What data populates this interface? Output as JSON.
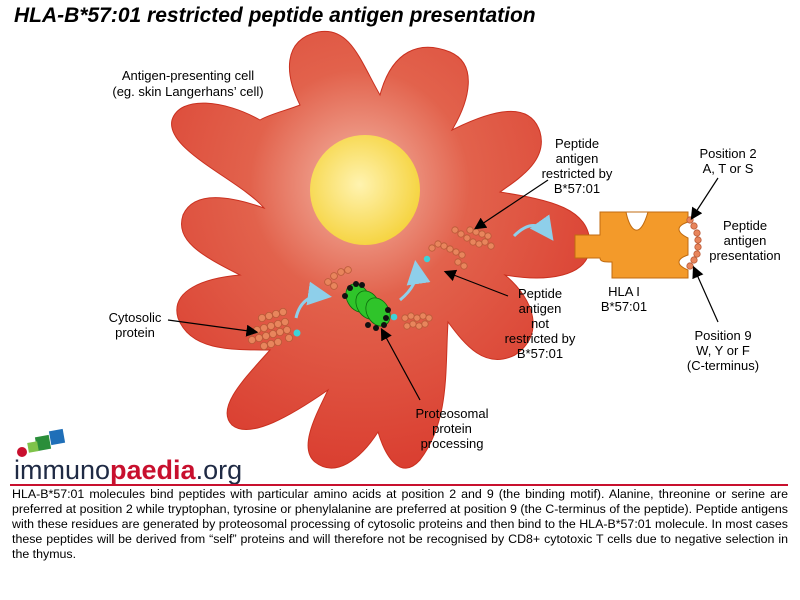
{
  "title": "HLA-B*57:01 restricted peptide antigen presentation",
  "labels": {
    "apc_line1": "Antigen-presenting cell",
    "apc_line2": "(eg. skin Langerhans’ cell)",
    "restricted": [
      "Peptide",
      "antigen",
      "restricted by",
      "B*57:01"
    ],
    "not_restricted": [
      "Peptide",
      "antigen",
      "not",
      "restricted by",
      "B*57:01"
    ],
    "cytosolic": [
      "Cytosolic",
      "protein"
    ],
    "proteosomal": [
      "Proteosomal",
      "protein",
      "processing"
    ],
    "hla": [
      "HLA I",
      "B*57:01"
    ],
    "position2": [
      "Position 2",
      "A, T or S"
    ],
    "presentation": [
      "Peptide",
      "antigen",
      "presentation"
    ],
    "position9": [
      "Position 9",
      "W, Y or F",
      "(C-terminus)"
    ]
  },
  "logo": {
    "part1": "immuno",
    "part2": "paedia",
    "part3": ".org"
  },
  "caption": "HLA-B*57:01 molecules bind peptides with particular amino acids at position 2 and 9 (the binding motif). Alanine, threonine or serine are preferred at position 2 while tryptophan, tyrosine or phenylalanine are preferred at position 9 (the C-terminus of the peptide). Peptide antigens with these residues are generated by proteosomal processing of cytosolic proteins and then bind to the HLA-B*57:01 molecule. In most cases these peptides will be derived from “self” proteins and will therefore not be recognised by CD8+ cytotoxic T cells due to negative selection in the thymus.",
  "colors": {
    "cell": "#d8362a",
    "nucleus": "#f5d23a",
    "hla": "#f39a2a",
    "peptide_bead": "#e8855c",
    "proteasome": "#2fc42a",
    "accent": "#c8102e"
  }
}
